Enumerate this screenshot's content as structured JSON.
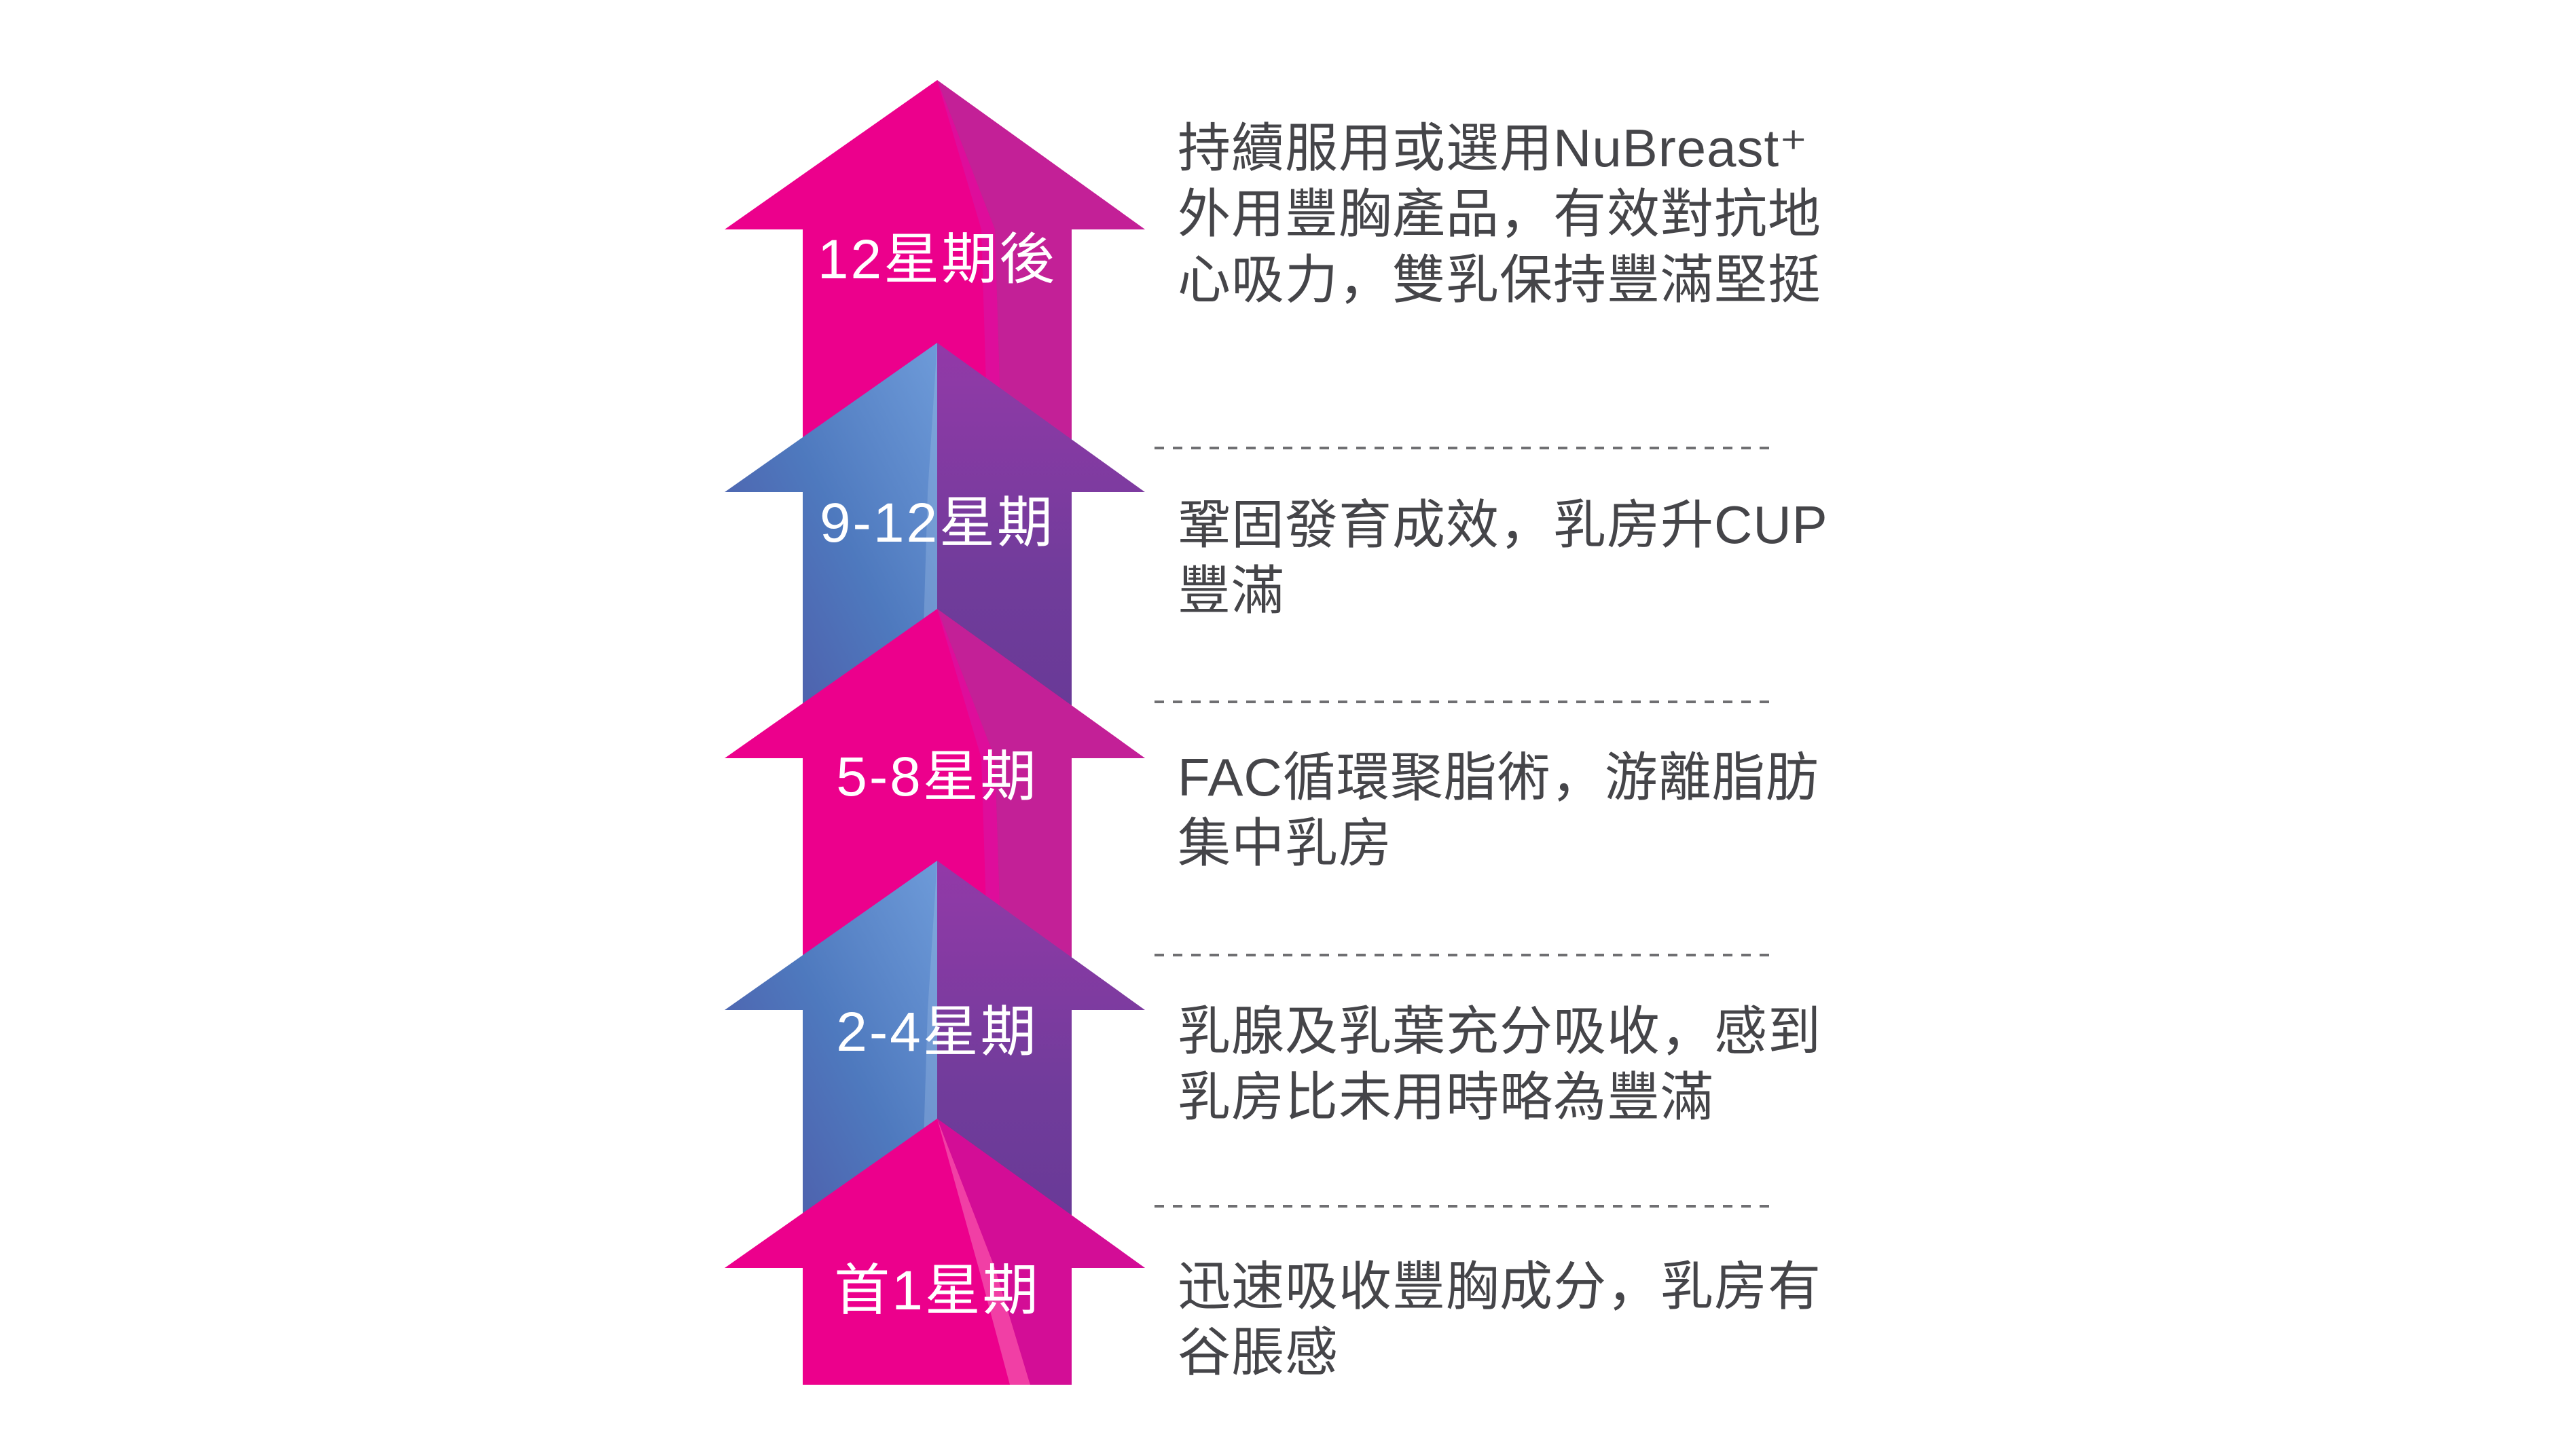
{
  "figure": {
    "kind": "timeline-arrow-infographic",
    "direction": "up",
    "colors": {
      "pink_bright": "#EC008C",
      "pink_mid": "#DE0D9B",
      "pink_dark": "#C32097",
      "blue": "#4E79BE",
      "indigo": "#4E4FA0",
      "purple_bright": "#9339A8",
      "purple_dark": "#653995",
      "label_text": "#FFFFFF",
      "description_text": "#454549",
      "separator": "#6F6F72",
      "background": "#FFFFFF"
    }
  },
  "sections": [
    {
      "stage": "12星期後",
      "arrow_style": "pink",
      "description_lines": [
        "持續服用或選用NuBreast⁺",
        "外用豐胸產品，有效對抗地",
        "心吸力，雙乳保持豐滿堅挺"
      ]
    },
    {
      "stage": "9-12星期",
      "arrow_style": "blue-purple",
      "description_lines": [
        "鞏固發育成效，乳房升CUP",
        "豐滿"
      ]
    },
    {
      "stage": "5-8星期",
      "arrow_style": "pink",
      "description_lines": [
        "FAC循環聚脂術，游離脂肪",
        "集中乳房"
      ]
    },
    {
      "stage": "2-4星期",
      "arrow_style": "blue-purple",
      "description_lines": [
        "乳腺及乳葉充分吸收，感到",
        "乳房比未用時略為豐滿"
      ]
    },
    {
      "stage": "首1星期",
      "arrow_style": "pink",
      "description_lines": [
        "迅速吸收豐胸成分，乳房有",
        "谷脹感"
      ]
    }
  ]
}
